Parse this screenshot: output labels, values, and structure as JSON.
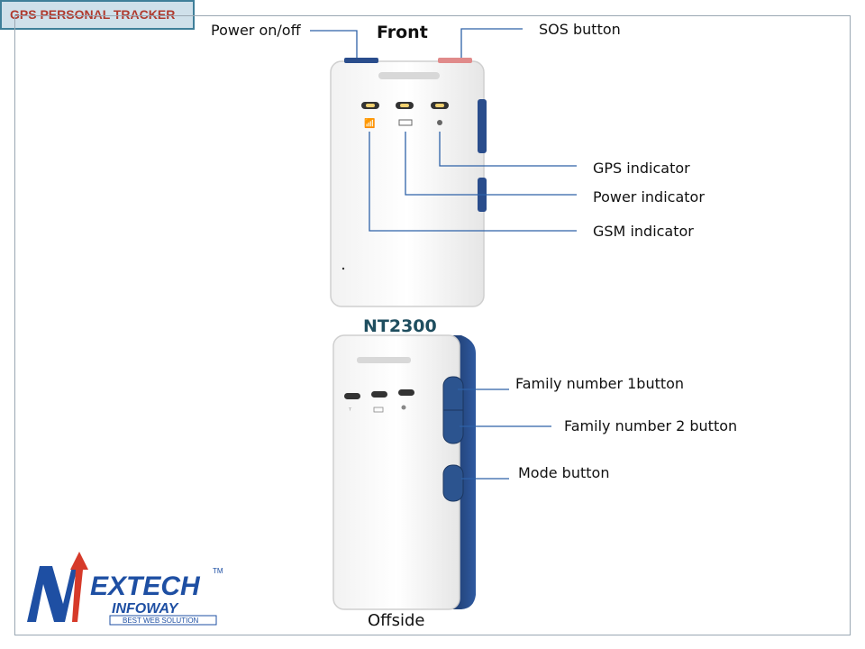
{
  "header": {
    "title": "GPS PERSONAL TRACKER"
  },
  "front_view": {
    "title": "Front",
    "model": "NT2300",
    "callouts": {
      "power_on_off": "Power on/off",
      "sos_button": "SOS button",
      "gps_indicator": "GPS indicator",
      "power_indicator": "Power indicator",
      "gsm_indicator": "GSM indicator"
    }
  },
  "side_view": {
    "title": "Offside",
    "callouts": {
      "family_number_1": "Family number 1button",
      "family_number_2": "Family number 2 button",
      "mode_button": "Mode button"
    }
  },
  "logo": {
    "name_line1": "EXTECH",
    "name_line2": "INFOWAY",
    "tagline": "BEST WEB SOLUTION",
    "trademark": "TM"
  },
  "colors": {
    "accent_line": "#2e62a8",
    "model_text": "#1f4e5f",
    "title_text": "#b03a2e",
    "title_bg": "#cfe0ea",
    "button_blue": "#2a4d8c"
  }
}
